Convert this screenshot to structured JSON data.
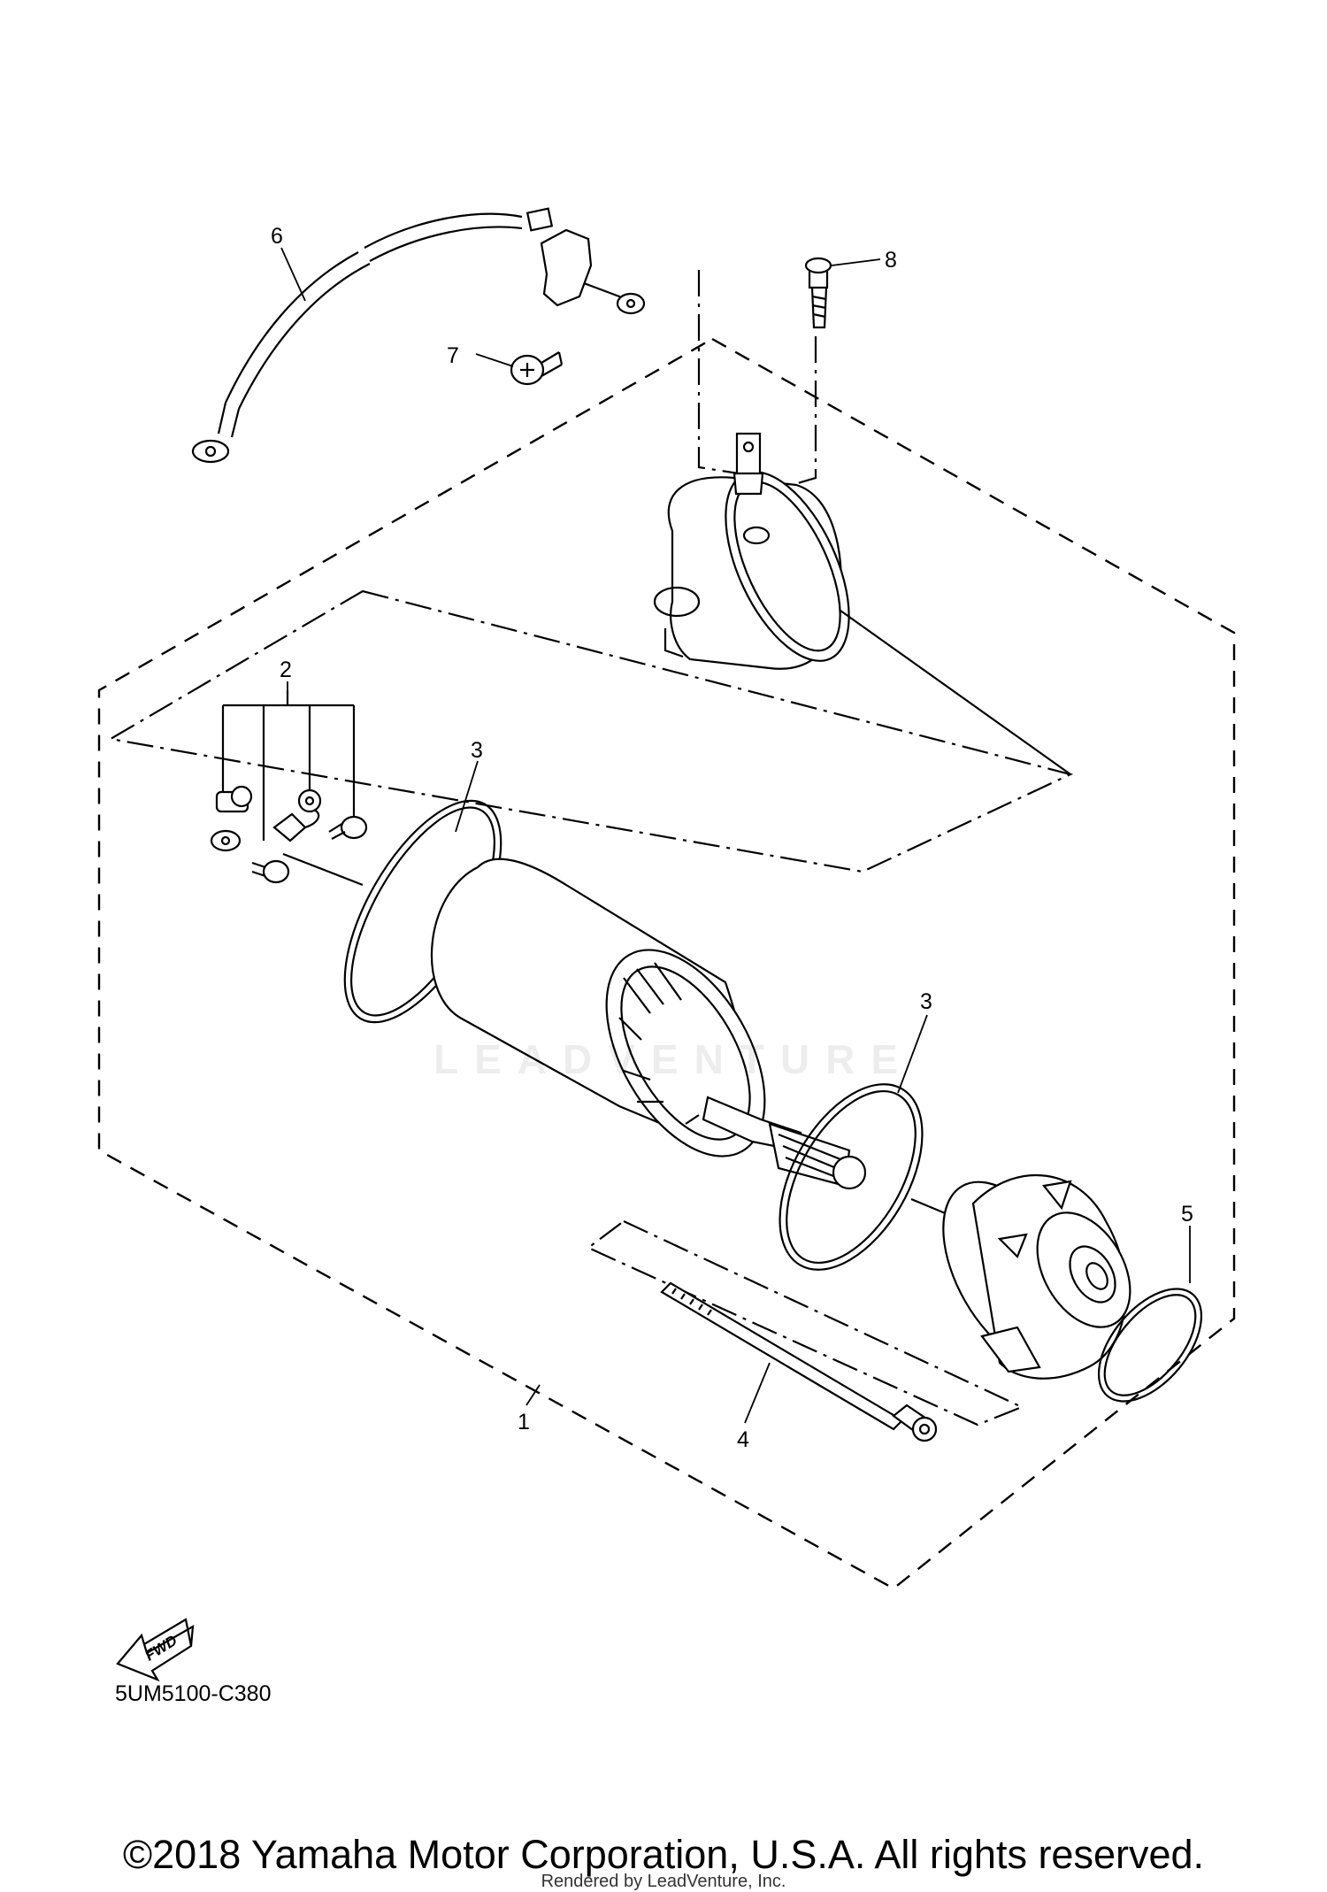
{
  "callouts": {
    "c1": "1",
    "c2": "2",
    "c3a": "3",
    "c3b": "3",
    "c4": "4",
    "c5": "5",
    "c6": "6",
    "c7": "7",
    "c8": "8"
  },
  "fwd_label": "FWD",
  "part_code": "5UM5100-C380",
  "watermark": "LEADVENTURE",
  "footer": {
    "copyright": "©2018 Yamaha Motor Corporation, U.S.A. All rights reserved.",
    "rendered_by": "Rendered by LeadVenture, Inc."
  }
}
